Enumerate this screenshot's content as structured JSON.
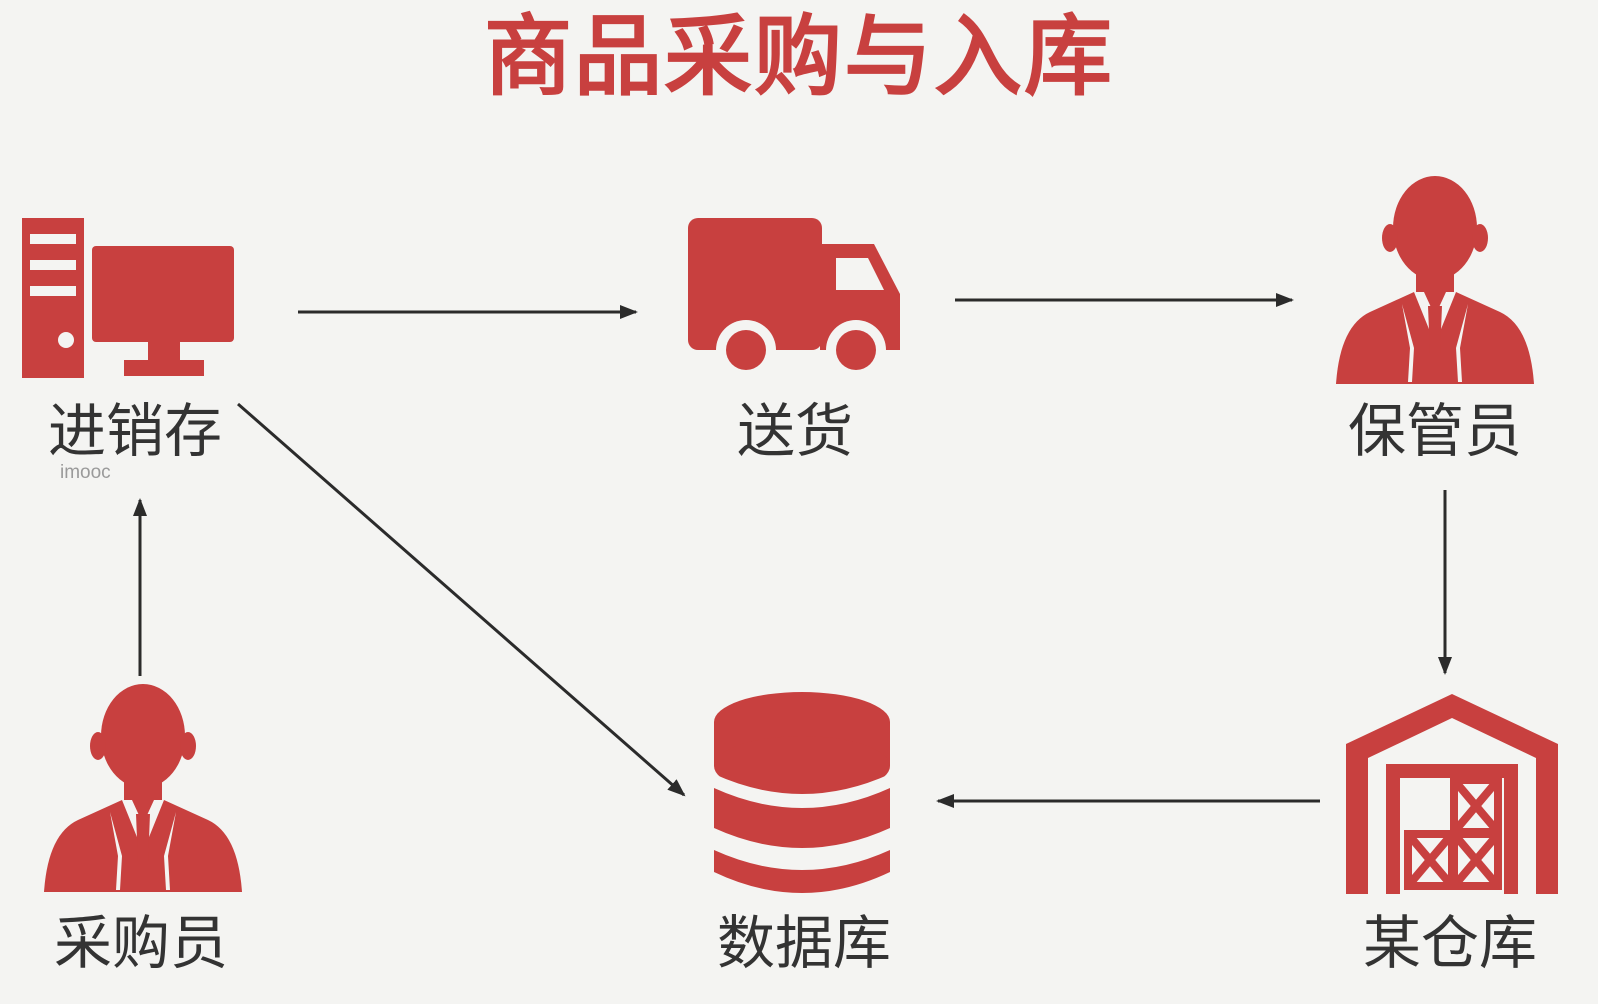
{
  "title": "商品采购与入库",
  "watermark": "imooc",
  "colors": {
    "accent": "#c8403f",
    "text": "#333333",
    "arrow": "#2b2b2b",
    "background": "#f4f4f2"
  },
  "nodes": {
    "inventory_system": {
      "label": "进销存",
      "icon": "desktop-computer-icon"
    },
    "delivery": {
      "label": "送货",
      "icon": "delivery-truck-icon"
    },
    "warehouse_keeper": {
      "label": "保管员",
      "icon": "person-icon"
    },
    "purchaser": {
      "label": "采购员",
      "icon": "person-icon"
    },
    "database": {
      "label": "数据库",
      "icon": "database-icon"
    },
    "warehouse": {
      "label": "某仓库",
      "icon": "warehouse-icon"
    }
  },
  "edges": [
    {
      "from": "inventory_system",
      "to": "delivery"
    },
    {
      "from": "delivery",
      "to": "warehouse_keeper"
    },
    {
      "from": "warehouse_keeper",
      "to": "warehouse"
    },
    {
      "from": "warehouse",
      "to": "database"
    },
    {
      "from": "inventory_system",
      "to": "database"
    },
    {
      "from": "purchaser",
      "to": "inventory_system"
    }
  ]
}
